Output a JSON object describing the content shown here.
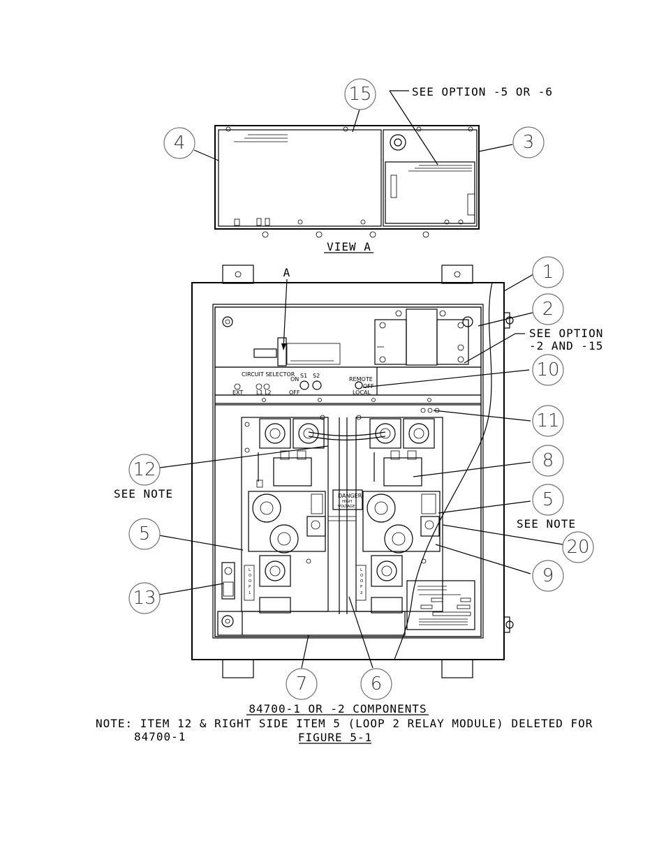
{
  "view_a": {
    "title": "VIEW A",
    "note_option": "SEE OPTION -5 OR -6"
  },
  "main": {
    "view_marker": "A",
    "note_option_line1": "SEE OPTION",
    "note_option_line2": "-2 AND -15",
    "see_note_left": "SEE NOTE",
    "see_note_right": "SEE NOTE",
    "panel": {
      "circuit_selector": "CIRCUIT SELECTOR",
      "ext": "EXT",
      "l1_l2": "L1 L2",
      "on": "ON",
      "s1": "S1",
      "s2": "S2",
      "off": "OFF",
      "remote": "REMOTE",
      "remote_off": "OFF",
      "local": "LOCAL"
    },
    "danger": "DANGER",
    "high_voltage_1": "HIGH",
    "high_voltage_2": "VOLTAGE",
    "loop1": [
      "L",
      "O",
      "O",
      "P",
      "1"
    ],
    "loop2": [
      "L",
      "O",
      "O",
      "P",
      "2"
    ]
  },
  "callouts": [
    {
      "id": "c15",
      "label": "15"
    },
    {
      "id": "c4",
      "label": "4"
    },
    {
      "id": "c3",
      "label": "3"
    },
    {
      "id": "c1",
      "label": "1"
    },
    {
      "id": "c2",
      "label": "2"
    },
    {
      "id": "c10",
      "label": "10"
    },
    {
      "id": "c11",
      "label": "11"
    },
    {
      "id": "c12",
      "label": "12"
    },
    {
      "id": "c8",
      "label": "8"
    },
    {
      "id": "c5a",
      "label": "5"
    },
    {
      "id": "c5b",
      "label": "5"
    },
    {
      "id": "c20",
      "label": "20"
    },
    {
      "id": "c9",
      "label": "9"
    },
    {
      "id": "c13",
      "label": "13"
    },
    {
      "id": "c7",
      "label": "7"
    },
    {
      "id": "c6",
      "label": "6"
    }
  ],
  "caption": {
    "components": "84700-1 OR -2 COMPONENTS",
    "note": "NOTE: ITEM 12 & RIGHT SIDE ITEM 5 (LOOP 2 RELAY MODULE) DELETED FOR",
    "note2": "84700-1",
    "figure": "FIGURE 5-1"
  }
}
